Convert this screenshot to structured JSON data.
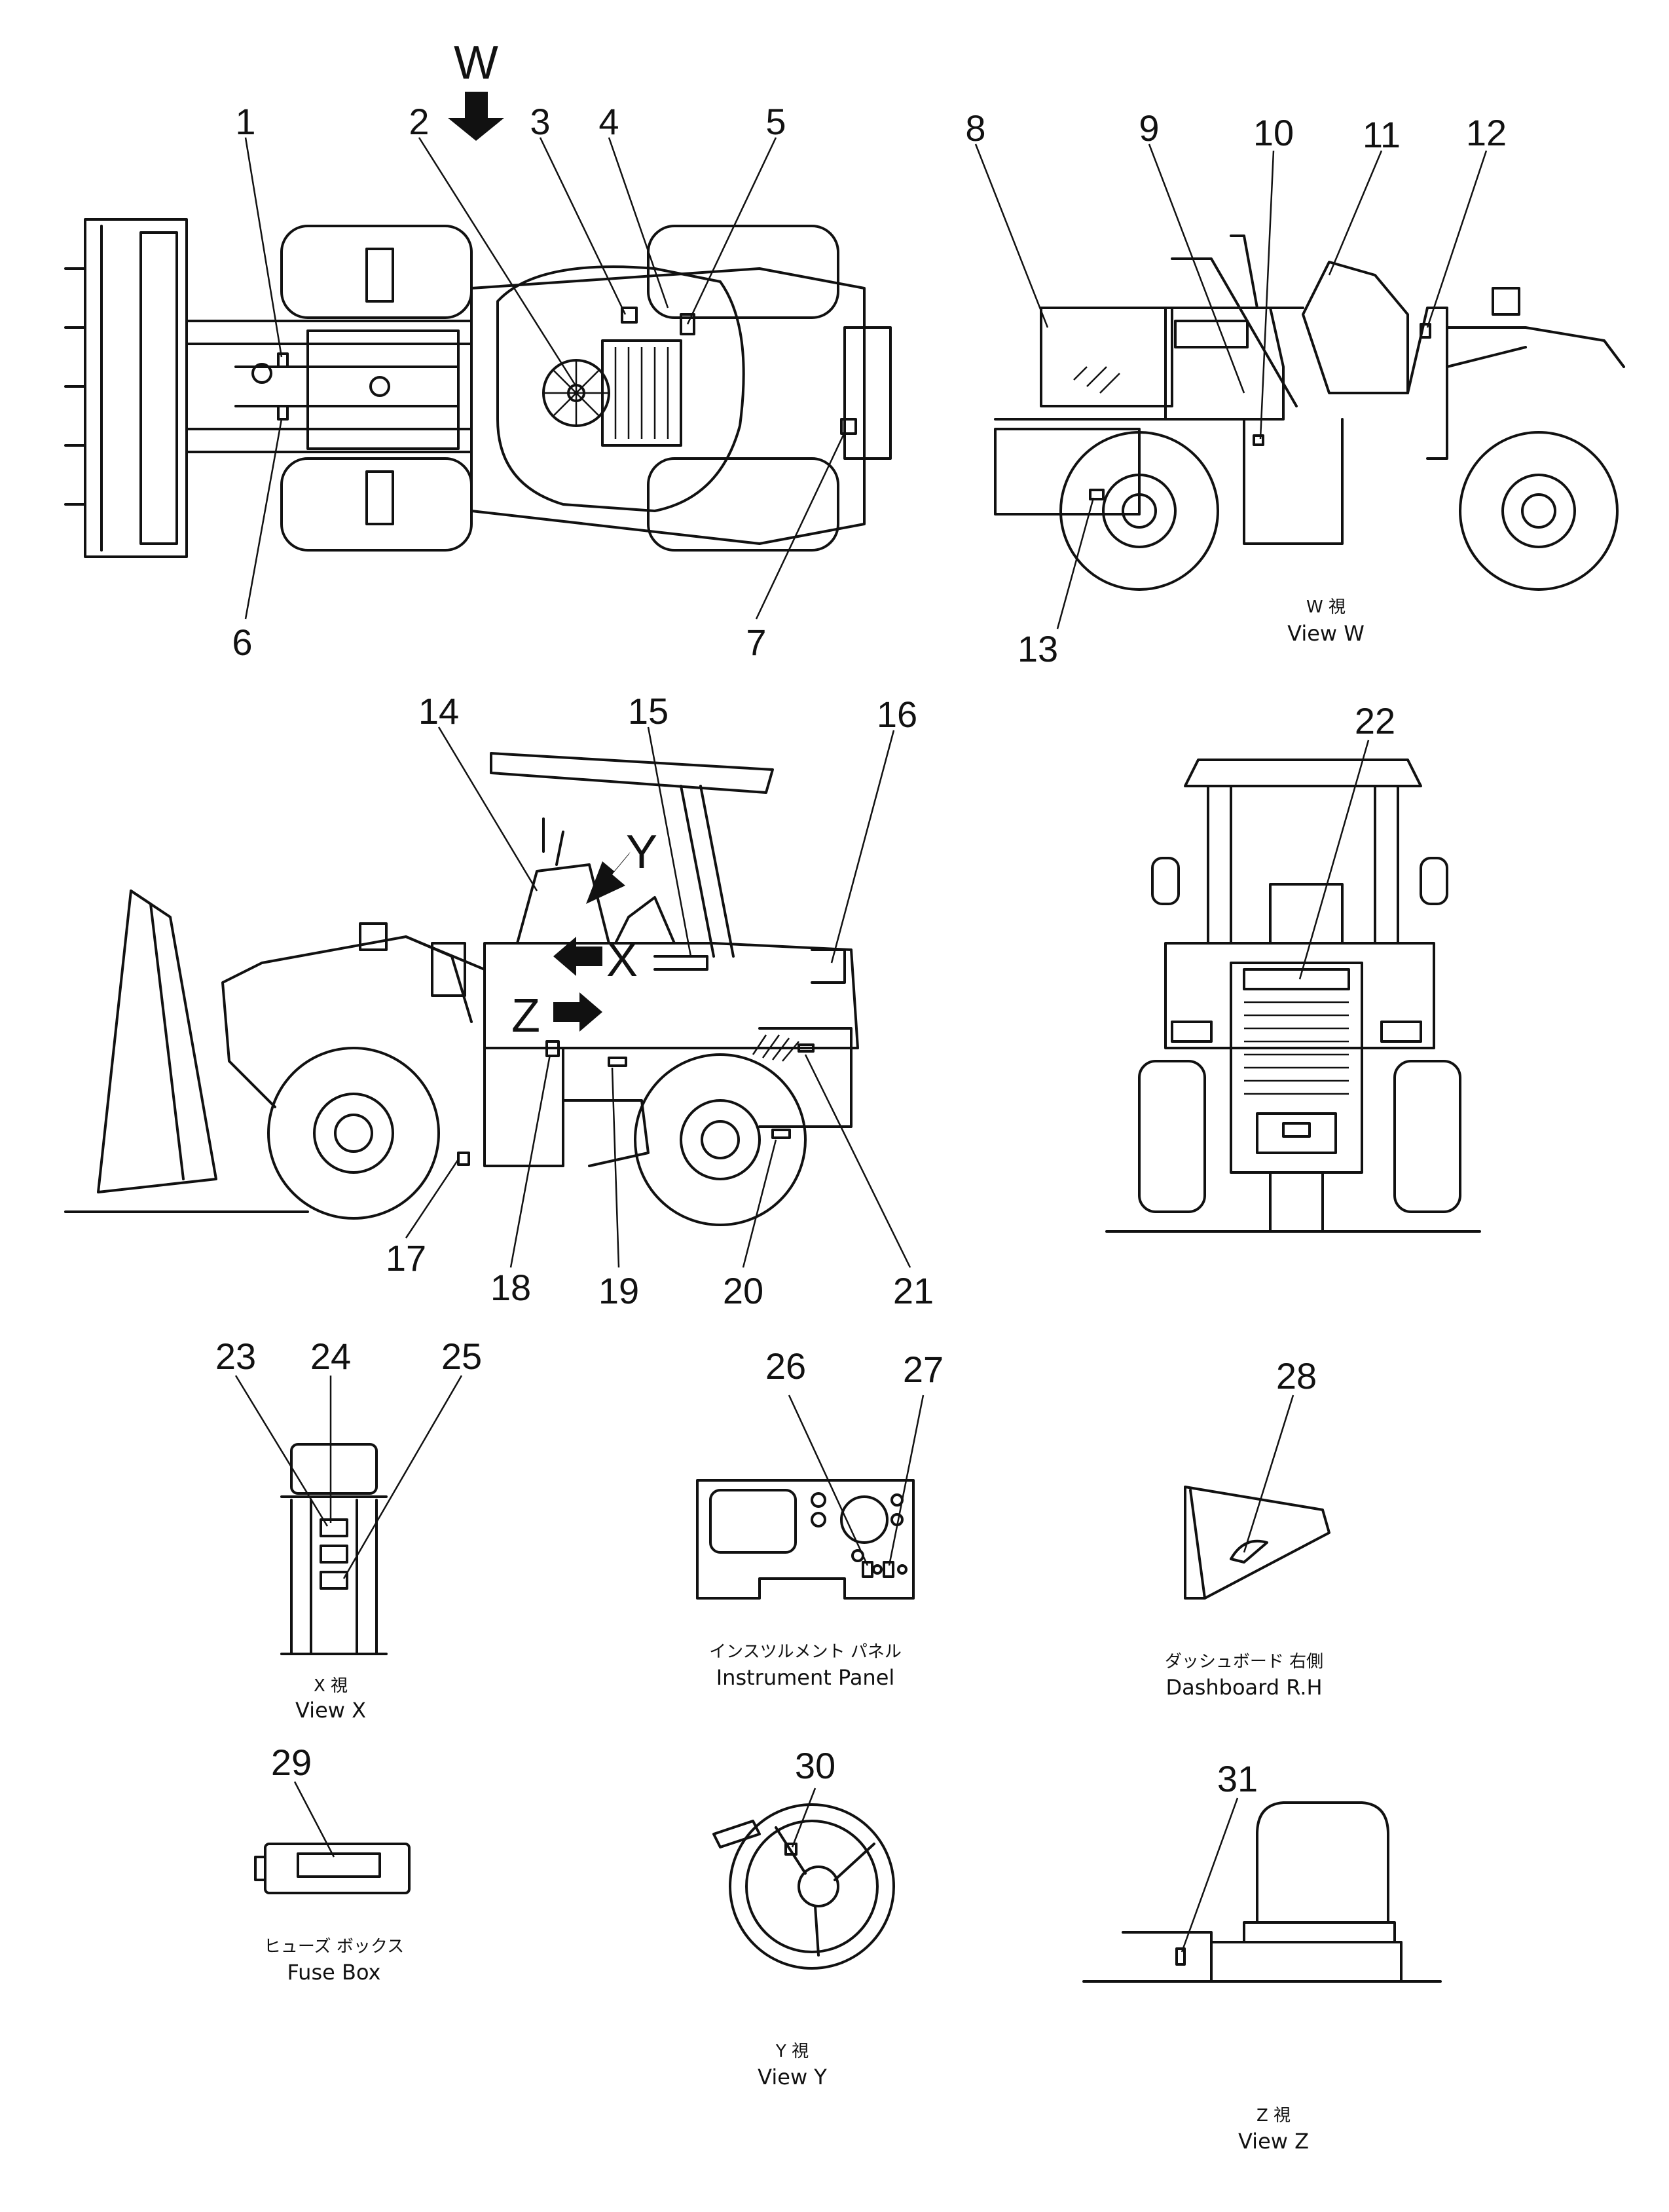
{
  "callouts": {
    "n1": "1",
    "n2": "2",
    "n3": "3",
    "n4": "4",
    "n5": "5",
    "n6": "6",
    "n7": "7",
    "n8": "8",
    "n9": "9",
    "n10": "10",
    "n11": "11",
    "n12": "12",
    "n13": "13",
    "n14": "14",
    "n15": "15",
    "n16": "16",
    "n17": "17",
    "n18": "18",
    "n19": "19",
    "n20": "20",
    "n21": "21",
    "n22": "22",
    "n23": "23",
    "n24": "24",
    "n25": "25",
    "n26": "26",
    "n27": "27",
    "n28": "28",
    "n29": "29",
    "n30": "30",
    "n31": "31"
  },
  "directions": {
    "w": "W",
    "x": "X",
    "y": "Y",
    "z": "Z"
  },
  "captions": {
    "view_w_jp": "W 視",
    "view_w": "View W",
    "view_x_jp": "X 視",
    "view_x": "View X",
    "view_y_jp": "Y 視",
    "view_y": "View Y",
    "view_z_jp": "Z 視",
    "view_z": "View Z",
    "instrument_panel_jp": "インスツルメント パネル",
    "instrument_panel": "Instrument Panel",
    "dashboard_jp": "ダッシュボード 右側",
    "dashboard": "Dashboard R.H",
    "fuse_box_jp": "ヒューズ ボックス",
    "fuse_box": "Fuse Box"
  },
  "colors": {
    "ink": "#111111",
    "paper": "#ffffff"
  }
}
